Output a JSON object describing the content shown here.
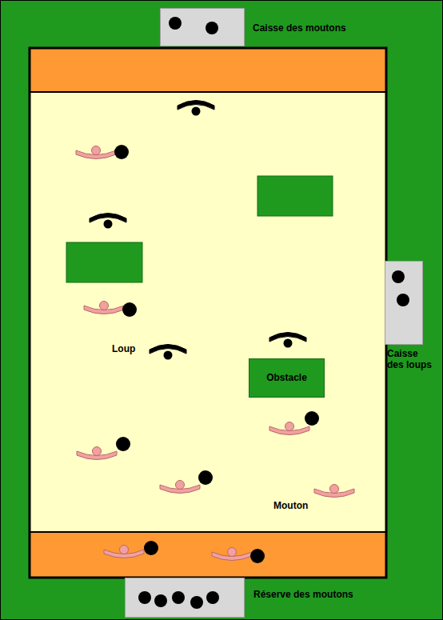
{
  "diagram": {
    "nodes": [
      {
        "text": [
          "Caisse des moutons"
        ]
      },
      {
        "text": [
          "Caisse des loups"
        ]
      },
      {
        "text": [
          "Obstacle"
        ]
      },
      {
        "text": [
          "Réserve des moutons"
        ]
      }
    ],
    "labels": [
      "Loup",
      "Mouton"
    ]
  }
}
